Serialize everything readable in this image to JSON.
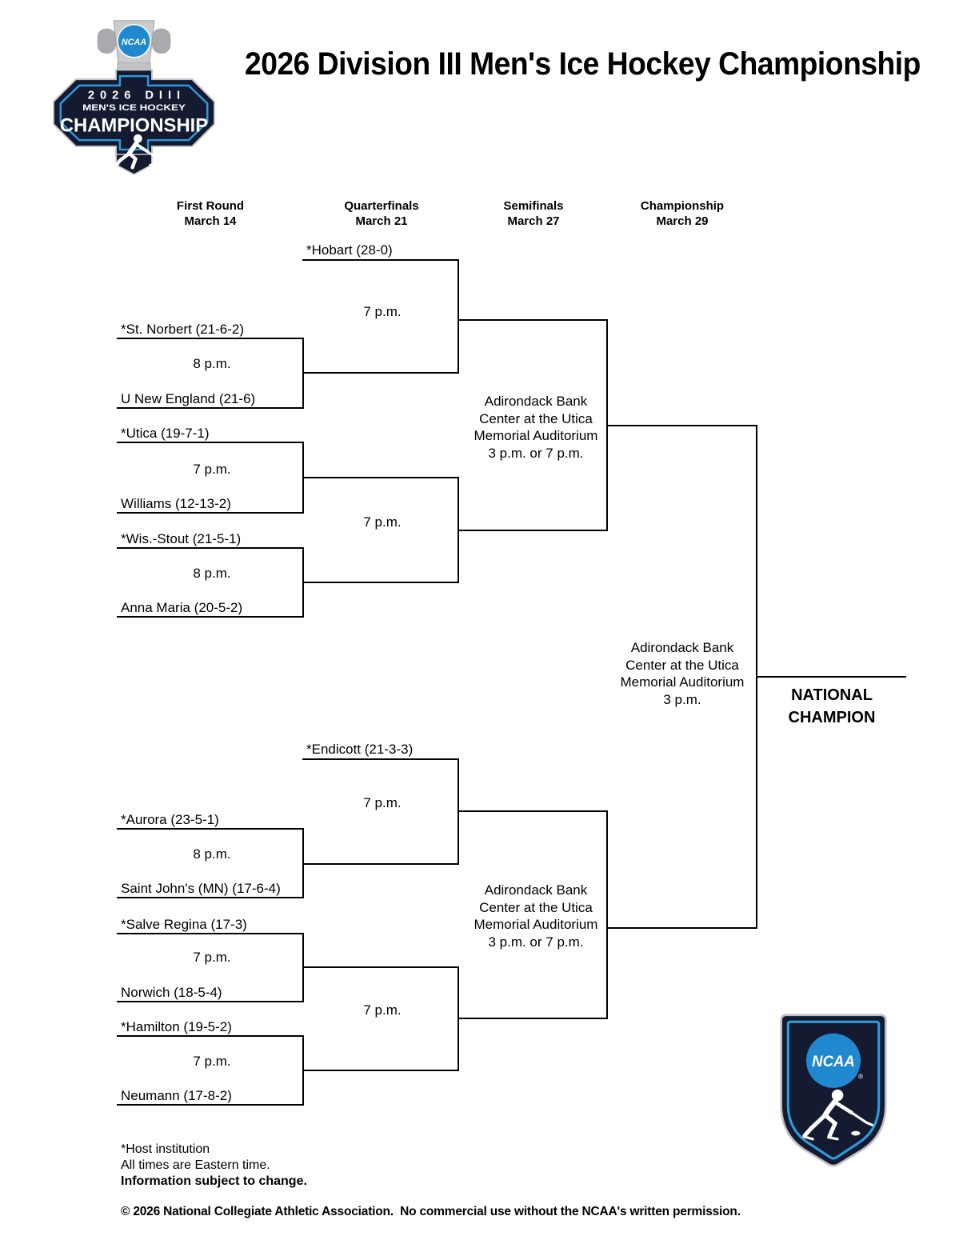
{
  "title": "2026 Division III Men's Ice Hockey Championship",
  "columns": [
    {
      "label": "First Round",
      "date": "March 14"
    },
    {
      "label": "Quarterfinals",
      "date": "March 21"
    },
    {
      "label": "Semifinals",
      "date": "March 27"
    },
    {
      "label": "Championship",
      "date": "March 29"
    }
  ],
  "bracket": {
    "hobart": "*Hobart (28-0)",
    "qf1_time": "7 p.m.",
    "st_norbert": "*St. Norbert (21-6-2)",
    "fr1_time": "8 p.m.",
    "u_new_england": "U New England (21-6)",
    "utica": "*Utica (19-7-1)",
    "fr2_time": "7 p.m.",
    "williams": "Williams (12-13-2)",
    "qf2_time": "7 p.m.",
    "wis_stout": "*Wis.-Stout (21-5-1)",
    "fr3_time": "8 p.m.",
    "anna_maria": "Anna Maria (20-5-2)",
    "endicott": "*Endicott (21-3-3)",
    "qf3_time": "7 p.m.",
    "aurora": "*Aurora (23-5-1)",
    "fr4_time": "8 p.m.",
    "saint_johns": "Saint John's (MN) (17-6-4)",
    "salve_regina": "*Salve Regina (17-3)",
    "fr5_time": "7 p.m.",
    "norwich": "Norwich (18-5-4)",
    "qf4_time": "7 p.m.",
    "hamilton": "*Hamilton (19-5-2)",
    "fr6_time": "7 p.m.",
    "neumann": "Neumann (17-8-2)"
  },
  "venues": {
    "sf_top": [
      "Adirondack Bank",
      "Center at the Utica",
      "Memorial Auditorium",
      "3 p.m. or 7 p.m."
    ],
    "championship": [
      "Adirondack Bank",
      "Center at the Utica",
      "Memorial Auditorium",
      "3 p.m."
    ],
    "sf_bottom": [
      "Adirondack Bank",
      "Center at the Utica",
      "Memorial Auditorium",
      "3 p.m. or 7 p.m."
    ]
  },
  "champion": {
    "line1": "NATIONAL",
    "line2": "CHAMPION"
  },
  "footnotes": [
    "*Host institution",
    "All times are Eastern time.",
    "Information subject to change."
  ],
  "copyright": "© 2026 National Collegiate Athletic Association.  No commercial use without the NCAA's written permission.",
  "logos": {
    "header": {
      "ncaa": "NCAA",
      "line1": "2026 DIII",
      "line2": "MEN'S ICE HOCKEY",
      "line3": "CHAMPIONSHIP"
    },
    "shield": {
      "ncaa": "NCAA",
      "reg": "®"
    }
  },
  "colors": {
    "ncaa_blue": "#2088cf",
    "accent_blue": "#2f9bdf",
    "navy": "#141a2f"
  }
}
